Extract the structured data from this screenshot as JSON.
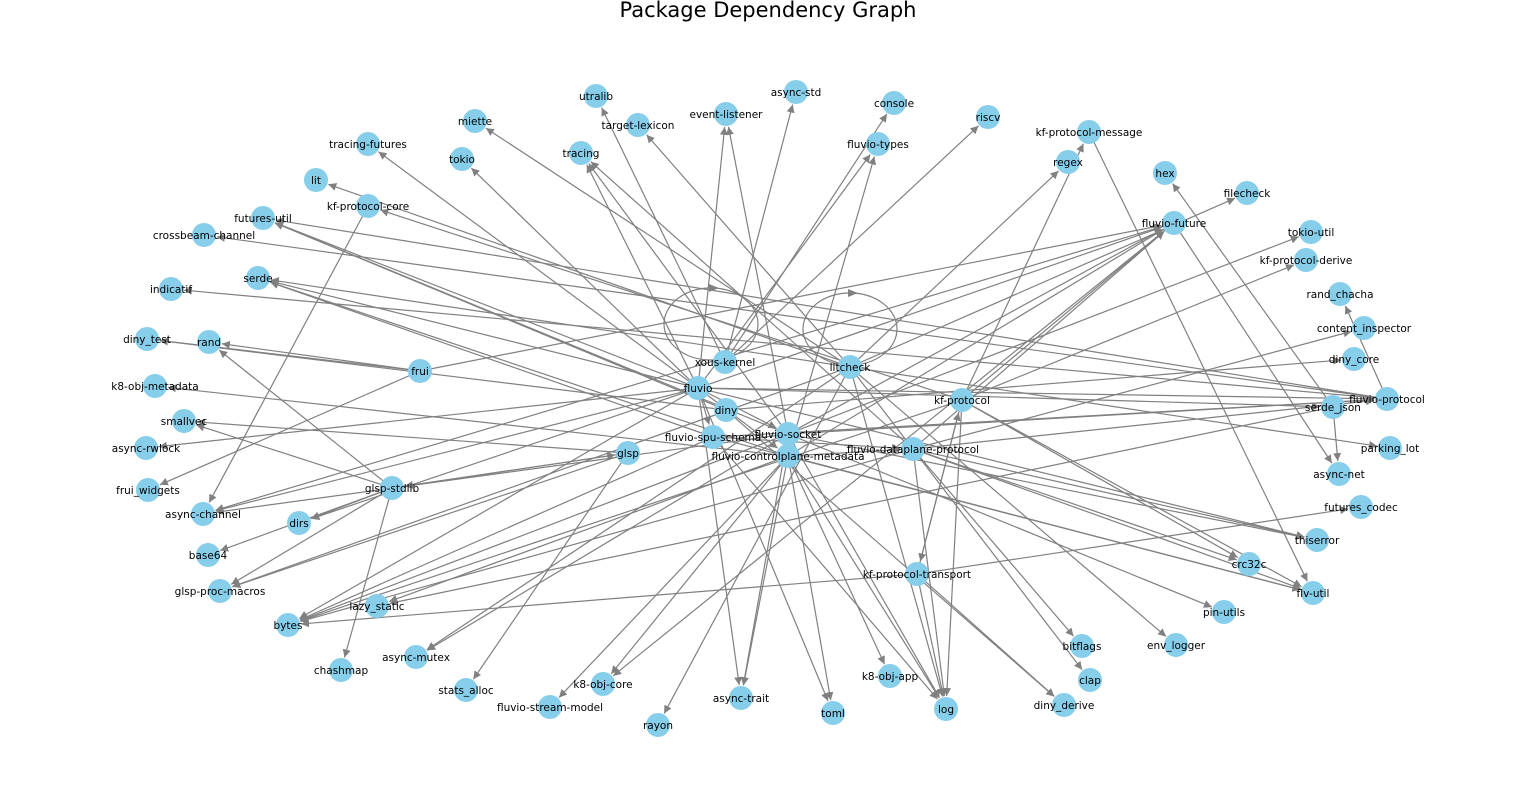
{
  "title": "Package Dependency Graph",
  "colors": {
    "node": "#87ceeb",
    "edge": "#808080",
    "label": "#000000",
    "background": "#ffffff"
  },
  "nodes": [
    "fluvio-socket",
    "fluvio-controlplane-metadata",
    "fluvio",
    "xous-kernel",
    "litcheck",
    "kf-protocol",
    "fluvio-dataplane-protocol",
    "diny",
    "fluvio-spu-schema",
    "glsp",
    "glsp-stdlib",
    "frui",
    "kf-protocol-transport",
    "utralib",
    "async-std",
    "console",
    "riscv",
    "event-listener",
    "target-lexicon",
    "miette",
    "tracing",
    "tokio",
    "tracing-futures",
    "fluvio-types",
    "kf-protocol-message",
    "regex",
    "hex",
    "filecheck",
    "fluvio-future",
    "tokio-util",
    "kf-protocol-derive",
    "rand_chacha",
    "content_inspector",
    "diny_core",
    "fluvio-protocol",
    "serde_json",
    "parking_lot",
    "async-net",
    "futures_codec",
    "thiserror",
    "crc32c",
    "flv-util",
    "pin-utils",
    "env_logger",
    "bitflags",
    "clap",
    "diny_derive",
    "log",
    "k8-obj-app",
    "toml",
    "async-trait",
    "rayon",
    "k8-obj-core",
    "fluvio-stream-model",
    "stats_alloc",
    "async-mutex",
    "chashmap",
    "lazy_static",
    "bytes",
    "glsp-proc-macros",
    "base64",
    "dirs",
    "async-channel",
    "frui_widgets",
    "async-rwlock",
    "smallvec",
    "k8-obj-metadata",
    "diny_test",
    "rand",
    "serde",
    "indicatif",
    "crossbeam-channel",
    "futures-util",
    "kf-protocol-core",
    "lit"
  ],
  "edges": [
    [
      "fluvio-socket",
      "fluvio-future"
    ],
    [
      "fluvio-socket",
      "log"
    ],
    [
      "fluvio-socket",
      "bytes"
    ],
    [
      "fluvio-socket",
      "tracing"
    ],
    [
      "fluvio-socket",
      "async-trait"
    ],
    [
      "fluvio-socket",
      "thiserror"
    ],
    [
      "fluvio-socket",
      "futures-util"
    ],
    [
      "fluvio-socket",
      "fluvio-protocol"
    ],
    [
      "fluvio-socket",
      "async-channel"
    ],
    [
      "fluvio-socket",
      "event-listener"
    ],
    [
      "fluvio-socket",
      "pin-utils"
    ],
    [
      "fluvio-socket",
      "tokio-util"
    ],
    [
      "fluvio-socket",
      "async-mutex"
    ],
    [
      "fluvio-controlplane-metadata",
      "fluvio-dataplane-protocol"
    ],
    [
      "fluvio-controlplane-metadata",
      "fluvio-types"
    ],
    [
      "fluvio-controlplane-metadata",
      "fluvio-stream-model"
    ],
    [
      "fluvio-controlplane-metadata",
      "k8-obj-core"
    ],
    [
      "fluvio-controlplane-metadata",
      "k8-obj-app"
    ],
    [
      "fluvio-controlplane-metadata",
      "k8-obj-metadata"
    ],
    [
      "fluvio-controlplane-metadata",
      "log"
    ],
    [
      "fluvio-controlplane-metadata",
      "flv-util"
    ],
    [
      "fluvio-controlplane-metadata",
      "async-trait"
    ],
    [
      "fluvio-controlplane-metadata",
      "serde"
    ],
    [
      "fluvio-controlplane-metadata",
      "fluvio-future"
    ],
    [
      "fluvio-controlplane-metadata",
      "toml"
    ],
    [
      "fluvio-controlplane-metadata",
      "lazy_static"
    ],
    [
      "fluvio",
      "fluvio-socket"
    ],
    [
      "fluvio",
      "fluvio-controlplane-metadata"
    ],
    [
      "fluvio",
      "fluvio-spu-schema"
    ],
    [
      "fluvio",
      "fluvio-types"
    ],
    [
      "fluvio",
      "fluvio-future"
    ],
    [
      "fluvio",
      "tracing"
    ],
    [
      "fluvio",
      "tracing-futures"
    ],
    [
      "fluvio",
      "serde"
    ],
    [
      "fluvio",
      "serde_json"
    ],
    [
      "fluvio",
      "dirs"
    ],
    [
      "fluvio",
      "async-rwlock"
    ],
    [
      "fluvio",
      "async-channel"
    ],
    [
      "fluvio",
      "event-listener"
    ],
    [
      "fluvio",
      "futures-util"
    ],
    [
      "fluvio",
      "tokio"
    ],
    [
      "fluvio",
      "thiserror"
    ],
    [
      "fluvio",
      "toml"
    ],
    [
      "fluvio",
      "async-trait"
    ],
    [
      "fluvio",
      "bytes"
    ],
    [
      "fluvio",
      "fluvio-protocol"
    ],
    [
      "xous-kernel",
      "xous-kernel"
    ],
    [
      "xous-kernel",
      "utralib"
    ],
    [
      "xous-kernel",
      "riscv"
    ],
    [
      "xous-kernel",
      "console"
    ],
    [
      "xous-kernel",
      "async-std"
    ],
    [
      "litcheck",
      "litcheck"
    ],
    [
      "litcheck",
      "filecheck"
    ],
    [
      "litcheck",
      "miette"
    ],
    [
      "litcheck",
      "target-lexicon"
    ],
    [
      "litcheck",
      "clap"
    ],
    [
      "litcheck",
      "log"
    ],
    [
      "litcheck",
      "lit"
    ],
    [
      "litcheck",
      "serde"
    ],
    [
      "litcheck",
      "rayon"
    ],
    [
      "litcheck",
      "env_logger"
    ],
    [
      "litcheck",
      "regex"
    ],
    [
      "litcheck",
      "parking_lot"
    ],
    [
      "litcheck",
      "glsp-proc-macros"
    ],
    [
      "litcheck",
      "async-mutex"
    ],
    [
      "kf-protocol",
      "kf-protocol-message"
    ],
    [
      "kf-protocol",
      "kf-protocol-transport"
    ],
    [
      "kf-protocol",
      "log"
    ],
    [
      "kf-protocol",
      "kf-protocol-derive"
    ],
    [
      "kf-protocol",
      "kf-protocol-core"
    ],
    [
      "kf-protocol",
      "flv-util"
    ],
    [
      "kf-protocol",
      "crc32c"
    ],
    [
      "kf-protocol",
      "bytes"
    ],
    [
      "kf-protocol",
      "fluvio-future"
    ],
    [
      "fluvio-dataplane-protocol",
      "fluvio-protocol"
    ],
    [
      "fluvio-dataplane-protocol",
      "content_inspector"
    ],
    [
      "fluvio-dataplane-protocol",
      "crc32c"
    ],
    [
      "fluvio-dataplane-protocol",
      "bytes"
    ],
    [
      "fluvio-dataplane-protocol",
      "tracing"
    ],
    [
      "fluvio-dataplane-protocol",
      "thiserror"
    ],
    [
      "fluvio-dataplane-protocol",
      "log"
    ],
    [
      "fluvio-dataplane-protocol",
      "fluvio-future"
    ],
    [
      "fluvio-dataplane-protocol",
      "bitflags"
    ],
    [
      "fluvio-dataplane-protocol",
      "flv-util"
    ],
    [
      "diny",
      "diny_core"
    ],
    [
      "diny",
      "diny_derive"
    ],
    [
      "diny",
      "diny_test"
    ],
    [
      "diny",
      "futures-util"
    ],
    [
      "fluvio-spu-schema",
      "fluvio-protocol"
    ],
    [
      "fluvio-spu-schema",
      "fluvio-dataplane-protocol"
    ],
    [
      "fluvio-spu-schema",
      "serde"
    ],
    [
      "fluvio-spu-schema",
      "log"
    ],
    [
      "fluvio-spu-schema",
      "bytes"
    ],
    [
      "fluvio-spu-schema",
      "flv-util"
    ],
    [
      "glsp",
      "glsp-stdlib"
    ],
    [
      "glsp",
      "glsp-proc-macros"
    ],
    [
      "glsp",
      "stats_alloc"
    ],
    [
      "glsp",
      "smallvec"
    ],
    [
      "glsp-stdlib",
      "glsp"
    ],
    [
      "glsp-stdlib",
      "smallvec"
    ],
    [
      "glsp-stdlib",
      "rand"
    ],
    [
      "glsp-stdlib",
      "glsp-proc-macros"
    ],
    [
      "glsp-stdlib",
      "dirs"
    ],
    [
      "glsp-stdlib",
      "base64"
    ],
    [
      "glsp-stdlib",
      "chashmap"
    ],
    [
      "frui",
      "frui_widgets"
    ],
    [
      "frui",
      "rand"
    ],
    [
      "frui",
      "diny_test"
    ],
    [
      "frui",
      "fluvio-future"
    ],
    [
      "kf-protocol-transport",
      "kf-protocol"
    ],
    [
      "kf-protocol-transport",
      "log"
    ],
    [
      "kf-protocol-transport",
      "futures_codec"
    ],
    [
      "kf-protocol-transport",
      "bytes"
    ],
    [
      "kf-protocol-transport",
      "diny_derive"
    ],
    [
      "fluvio-protocol",
      "crossbeam-channel"
    ],
    [
      "fluvio-protocol",
      "futures-util"
    ],
    [
      "fluvio-protocol",
      "rand_chacha"
    ],
    [
      "fluvio-protocol",
      "indicatif"
    ],
    [
      "serde_json",
      "hex"
    ],
    [
      "serde_json",
      "async-net"
    ],
    [
      "serde_json",
      "lazy_static"
    ],
    [
      "kf-protocol-core",
      "async-channel"
    ],
    [
      "kf-protocol-message",
      "flv-util"
    ],
    [
      "fluvio-future",
      "k8-obj-core"
    ],
    [
      "fluvio-future",
      "async-net"
    ],
    [
      "fluvio-future",
      "async-channel"
    ]
  ]
}
